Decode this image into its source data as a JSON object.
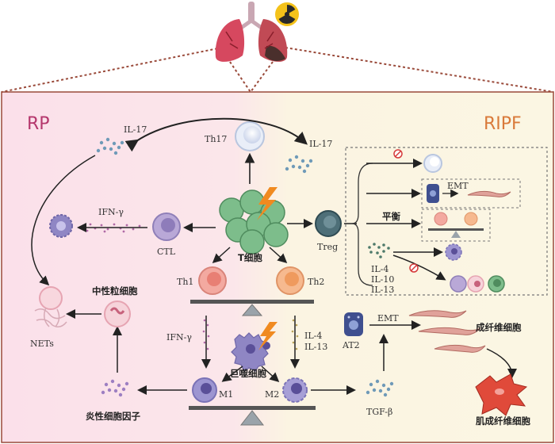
{
  "panel_titles": {
    "left": "RP",
    "right": "RIPF"
  },
  "labels": {
    "il17_left": "IL-17",
    "il17_right": "IL-17",
    "th17": "Th17",
    "ifn_gamma_top": "IFN-γ",
    "ctl": "CTL",
    "t_cell": "T细胞",
    "treg": "Treg",
    "th1": "Th1",
    "th2": "Th2",
    "neutrophil": "中性粒细胞",
    "nets": "NETs",
    "ifn_gamma_mid": "IFN-γ",
    "il4_mid": "IL-4",
    "il13_mid": "IL-13",
    "macrophage": "巨噬细胞",
    "m1": "M1",
    "m2": "M2",
    "inflammatory_cytokines": "炎性细胞因子",
    "tgf_beta": "TGF-β",
    "at2": "AT2",
    "emt_main": "EMT",
    "fibroblast": "成纤维细胞",
    "myofibroblast": "肌成纤维细胞",
    "emt_box": "EMT",
    "balance": "平衡",
    "il4_box": "IL-4",
    "il10_box": "IL-10",
    "il13_box": "IL-13"
  },
  "colors": {
    "rp_bg": "#fbe3ec",
    "ripf_bg": "#fbf5e0",
    "rp_title": "#b5376d",
    "ripf_title": "#d97a3a",
    "frame": "#9a4a3a",
    "t_cell": "#7dbd8b",
    "treg": "#4e6f78",
    "th1": "#f3a9a0",
    "th2": "#f6b98f",
    "macrophage": "#8f86c4",
    "dots": "#6f9ab8"
  }
}
